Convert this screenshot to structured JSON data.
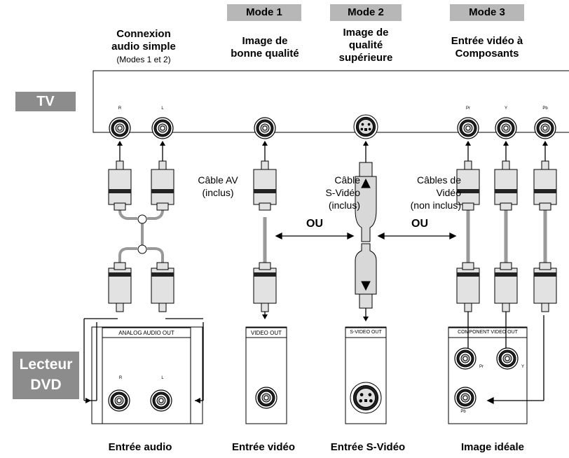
{
  "modes": [
    "Mode 1",
    "Mode 2",
    "Mode 3"
  ],
  "side_labels": {
    "tv": "TV",
    "dvd": "Lecteur\nDVD"
  },
  "headers": {
    "audio": "Connexion\naudio simple",
    "audio_sub": "(Modes 1 et 2)",
    "mode1": "Image de\nbonne qualité",
    "mode2": "Image de\nqualité\nsupérieure",
    "mode3": "Entrée vidéo à\nComposants"
  },
  "jack_labels": {
    "r": "R",
    "l": "L",
    "pr": "Pr",
    "y": "Y",
    "pb": "Pb"
  },
  "cables": {
    "av": "Câble AV\n(inclus)",
    "svideo": "Câble\nS-Vidéo\n(inclus)",
    "component": "Câbles de\nVidéo\n(non inclus)"
  },
  "ou": "OU",
  "panels": {
    "audio": "ANALOG AUDIO OUT",
    "video": "VIDEO OUT",
    "svideo": "S-VIDEO OUT",
    "component": "COMPONENT VIDEO OUT"
  },
  "bottom": [
    "Entrée audio",
    "Entrée vidéo",
    "Entrée S-Vidéo",
    "Image idéale"
  ]
}
